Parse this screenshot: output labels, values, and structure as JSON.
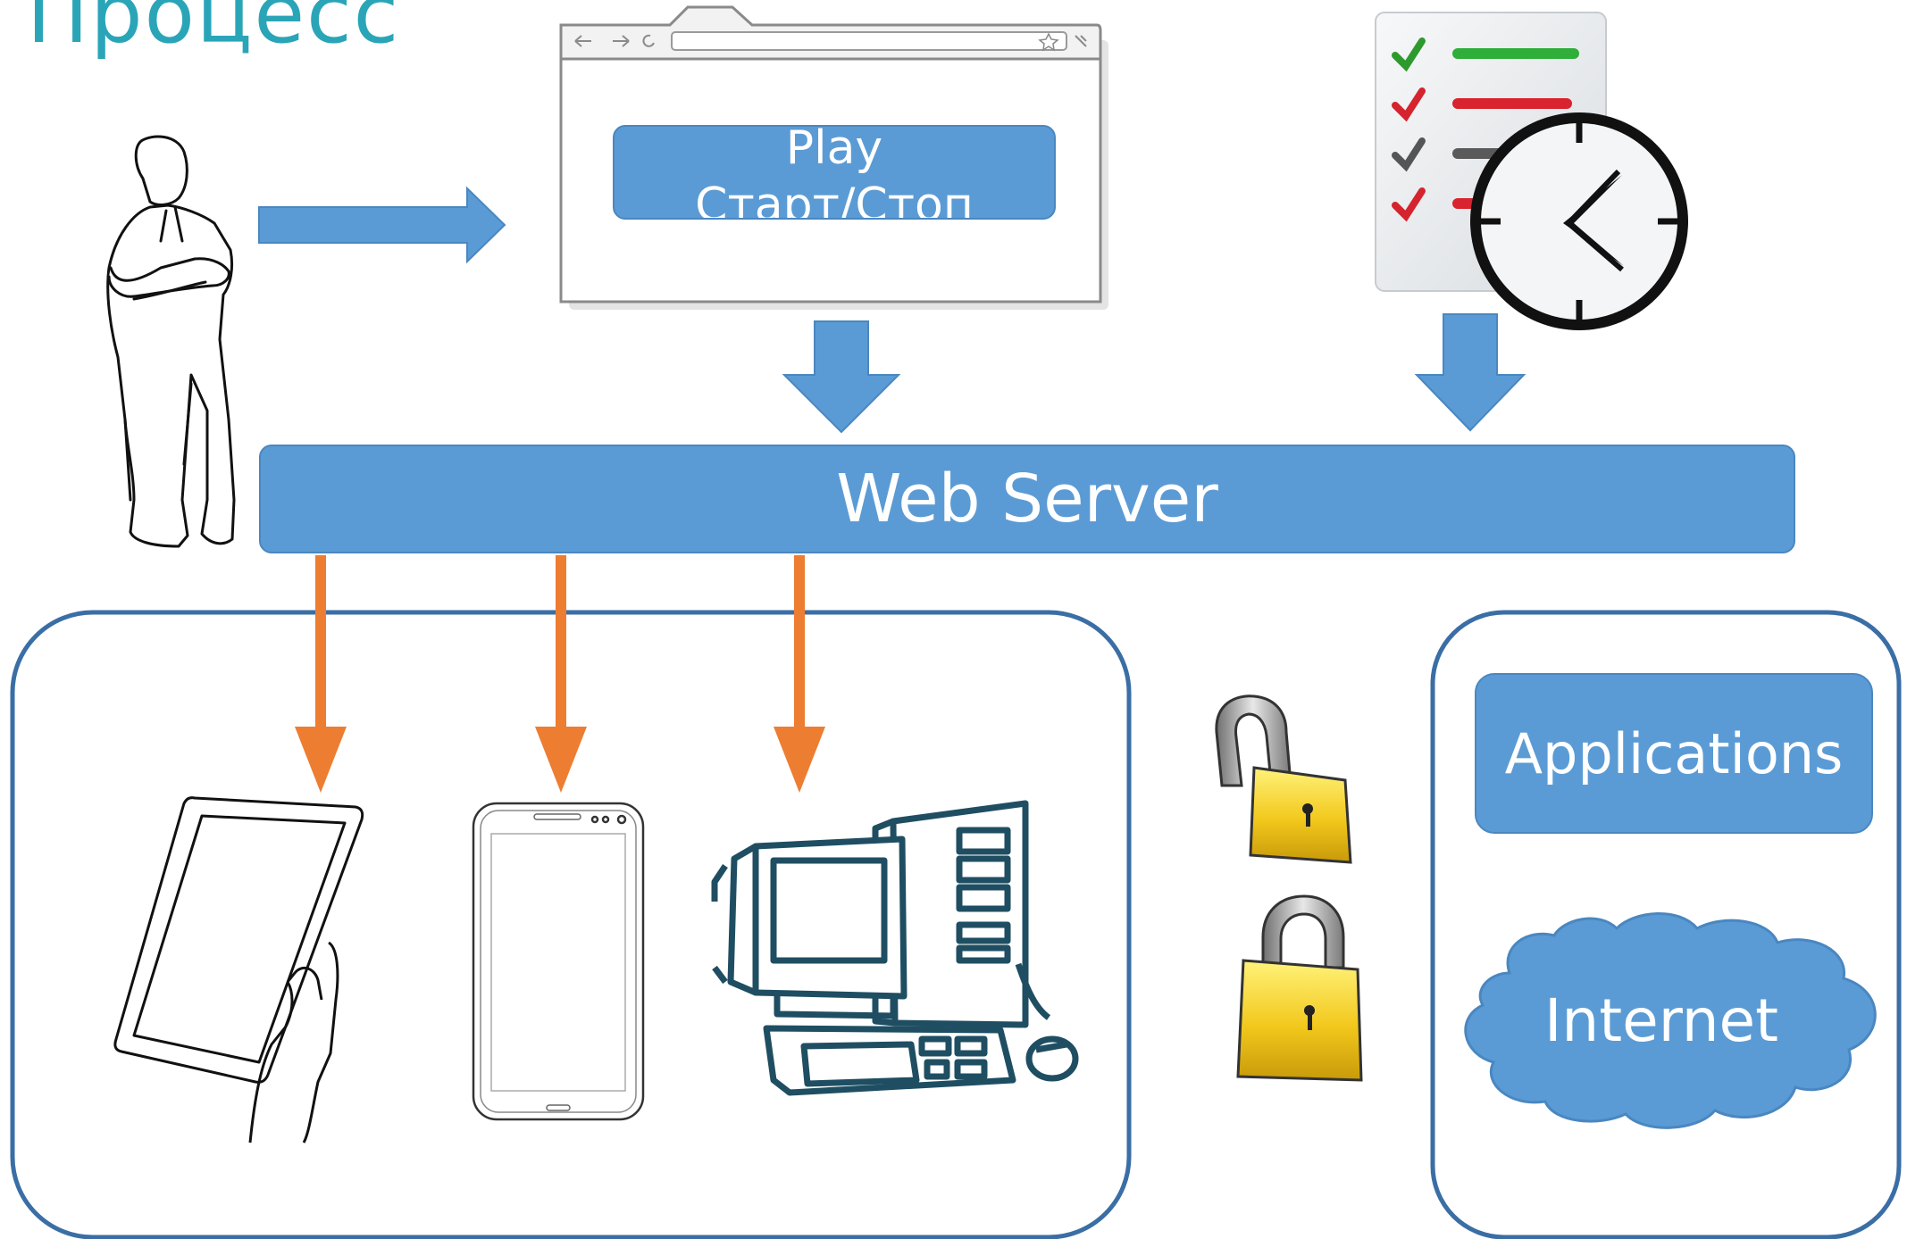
{
  "title": "Процесс",
  "browser": {
    "button_line1": "Play",
    "button_line2": "Старт/Стоп"
  },
  "web_server": {
    "label": "Web Server"
  },
  "right_panel": {
    "applications_label": "Applications",
    "internet_label": "Internet"
  },
  "icons": [
    "person-icon",
    "browser-window-icon",
    "checklist-icon",
    "clock-icon",
    "tablet-icon",
    "smartphone-icon",
    "desktop-computer-icon",
    "unlocked-padlock-icon",
    "locked-padlock-icon",
    "cloud-icon"
  ],
  "colors": {
    "title": "#2aa5b8",
    "blue_fill": "#5b9bd5",
    "blue_border": "#4a87c0",
    "orange_arrow": "#ed7d31",
    "group_border": "#3a6ea5",
    "computer": "#1f4e62"
  }
}
